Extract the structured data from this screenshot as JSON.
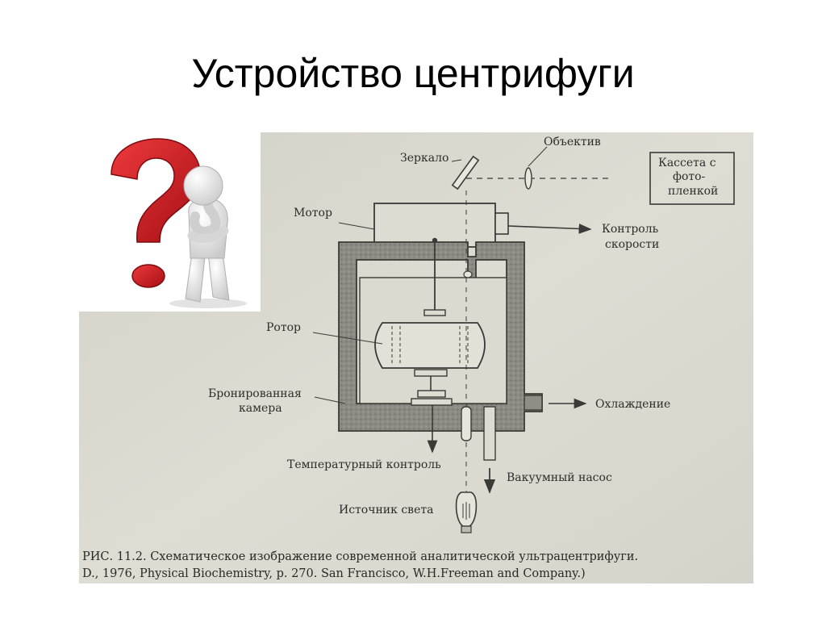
{
  "title": "Устройство центрифуги",
  "diagram": {
    "labels": {
      "mirror": "Зеркало",
      "objective": "Объектив",
      "cassette_line1": "Кассета с",
      "cassette_line2": "фото-",
      "cassette_line3": "пленкой",
      "motor": "Мотор",
      "speed_control_line1": "Контроль",
      "speed_control_line2": "скорости",
      "rotor": "Ротор",
      "chamber_line1": "Бронированная",
      "chamber_line2": "камера",
      "cooling": "Охлаждение",
      "temp_control": "Температурный контроль",
      "vacuum_pump": "Вакуумный насос",
      "light_source": "Источник света"
    },
    "caption_line1": "РИС. 11.2. Схематическое изображение современной аналитической ультрацентрифуги.",
    "caption_line2": "D., 1976, Physical Biochemistry, p. 270. San Francisco, W.H.Freeman and Company.)"
  },
  "colors": {
    "paper": "#dcdbd2",
    "ink": "#3c3a36",
    "chamber_fill": "#8f8d86",
    "question_mark": "#d11a1f"
  },
  "icons": {
    "clip_art": "thinking-person-question-mark-icon"
  }
}
